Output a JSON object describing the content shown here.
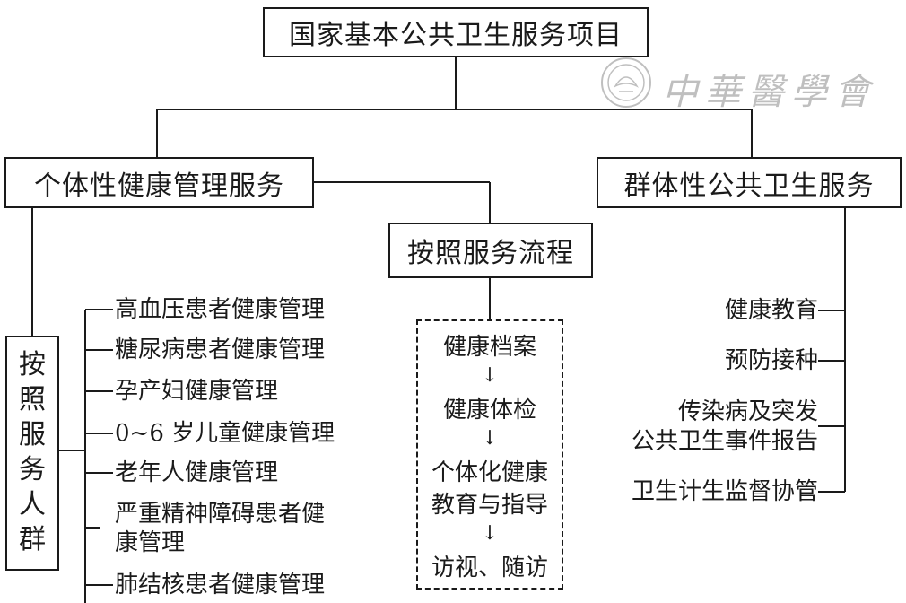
{
  "root": "国家基本公共卫生服务项目",
  "left_box": "个体性健康管理服务",
  "right_box": "群体性公共卫生服务",
  "middle_box": "按照服务流程",
  "population_vertical": [
    "按",
    "照",
    "服",
    "务",
    "人",
    "群"
  ],
  "population_services": [
    "高血压患者健康管理",
    "糖尿病患者健康管理",
    "孕产妇健康管理",
    "0~6 岁儿童健康管理",
    "老年人健康管理",
    "严重精神障碍患者健",
    "康管理",
    "肺结核患者健康管理"
  ],
  "flow_steps": [
    "健康档案",
    "健康体检",
    "个体化健康",
    "教育与指导",
    "访视、随访"
  ],
  "flow_arrow": "↓",
  "group_services": [
    "健康教育",
    "预防接种",
    "传染病及突发",
    "公共卫生事件报告",
    "卫生计生监督协管"
  ],
  "watermark": {
    "text": "中華醫學會",
    "color": "#8c8c8c"
  },
  "colors": {
    "line": "#1a1a1a",
    "background": "#ffffff"
  }
}
